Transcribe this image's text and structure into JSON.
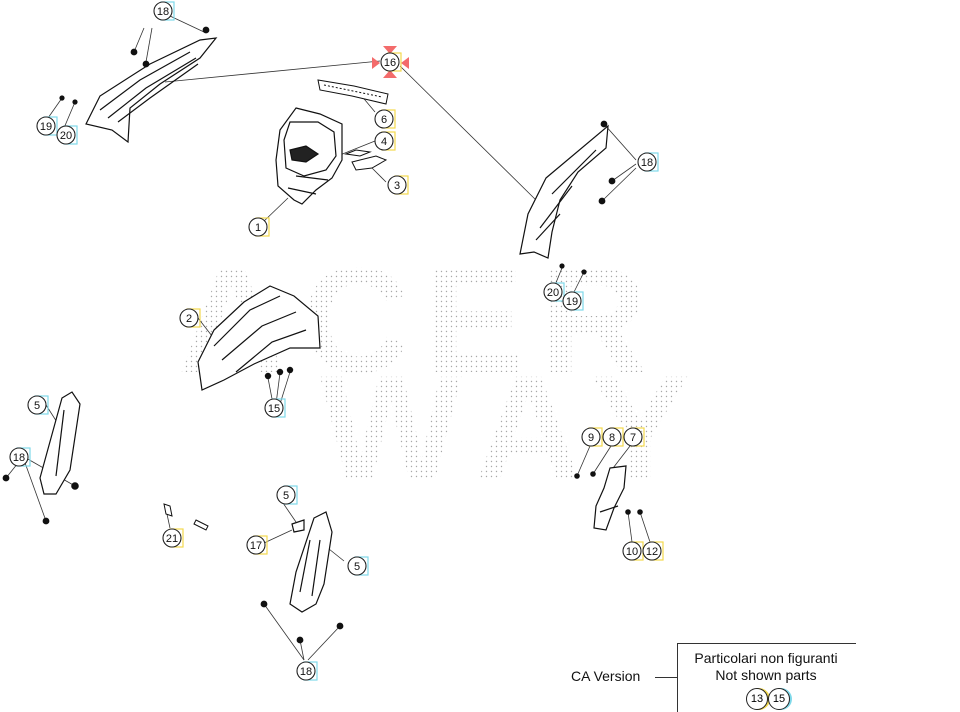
{
  "watermark": {
    "text_top": "ACER",
    "text_bottom": "WAY"
  },
  "callouts": [
    {
      "id": "c-18-a",
      "label": "18",
      "color": "#7fd9ea"
    },
    {
      "id": "c-16",
      "label": "16",
      "color": "#f2d94e"
    },
    {
      "id": "c-19-a",
      "label": "19",
      "color": "#7fd9ea"
    },
    {
      "id": "c-20-a",
      "label": "20",
      "color": "#7fd9ea"
    },
    {
      "id": "c-6",
      "label": "6",
      "color": "#f2d94e"
    },
    {
      "id": "c-4",
      "label": "4",
      "color": "#f2d94e"
    },
    {
      "id": "c-3",
      "label": "3",
      "color": "#f2d94e"
    },
    {
      "id": "c-1",
      "label": "1",
      "color": "#f2d94e"
    },
    {
      "id": "c-18-b",
      "label": "18",
      "color": "#7fd9ea"
    },
    {
      "id": "c-20-b",
      "label": "20",
      "color": "#7fd9ea"
    },
    {
      "id": "c-19-b",
      "label": "19",
      "color": "#7fd9ea"
    },
    {
      "id": "c-2",
      "label": "2",
      "color": "#f2d94e"
    },
    {
      "id": "c-15",
      "label": "15",
      "color": "#7fd9ea"
    },
    {
      "id": "c-5-a",
      "label": "5",
      "color": "#7fd9ea"
    },
    {
      "id": "c-18-c",
      "label": "18",
      "color": "#7fd9ea"
    },
    {
      "id": "c-9",
      "label": "9",
      "color": "#f2d94e"
    },
    {
      "id": "c-8",
      "label": "8",
      "color": "#f2d94e"
    },
    {
      "id": "c-7",
      "label": "7",
      "color": "#f2d94e"
    },
    {
      "id": "c-5-b",
      "label": "5",
      "color": "#7fd9ea"
    },
    {
      "id": "c-21",
      "label": "21",
      "color": "#f2d94e"
    },
    {
      "id": "c-17",
      "label": "17",
      "color": "#f2d94e"
    },
    {
      "id": "c-5-c",
      "label": "5",
      "color": "#7fd9ea"
    },
    {
      "id": "c-10",
      "label": "10",
      "color": "#f2d94e"
    },
    {
      "id": "c-12",
      "label": "12",
      "color": "#f2d94e"
    },
    {
      "id": "c-18-d",
      "label": "18",
      "color": "#7fd9ea"
    }
  ],
  "note": {
    "ca_version": "CA Version",
    "line1": "Particolari non figuranti",
    "line2": "Not shown parts",
    "bubbles": [
      {
        "label": "13",
        "color": "#f2d94e"
      },
      {
        "label": "15",
        "color": "#7fd9ea"
      }
    ]
  },
  "colors": {
    "highlight_marker": "#f36b6b",
    "yellow_tag": "#f2d94e",
    "cyan_tag": "#7fd9ea"
  }
}
